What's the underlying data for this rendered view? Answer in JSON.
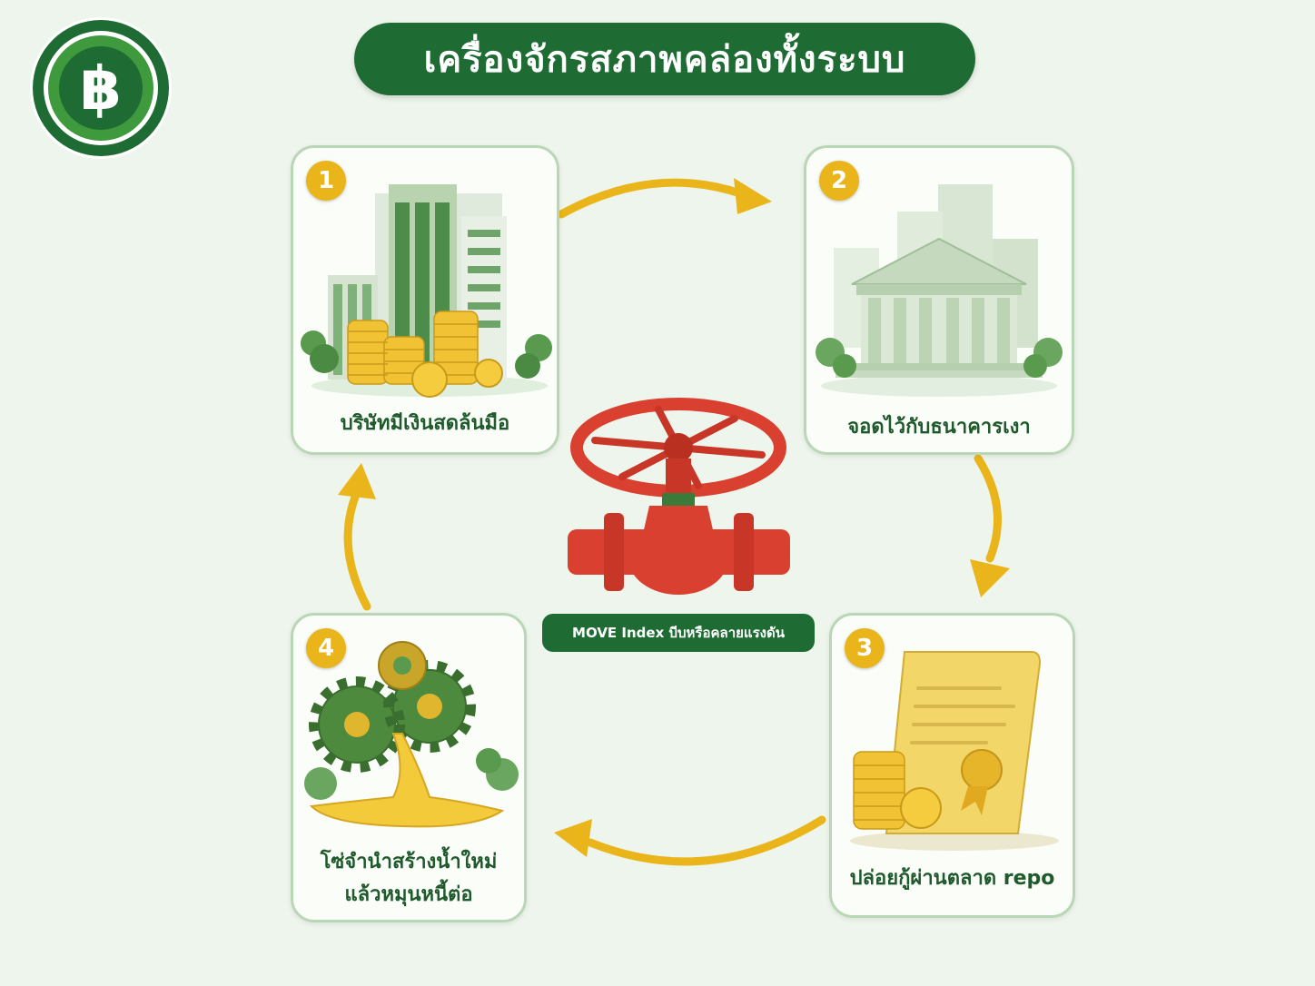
{
  "header": {
    "title": "เครื่องจักรสภาพคล่องทั้งระบบ"
  },
  "logo": {
    "symbol": "฿",
    "icon": "baht-logo-icon"
  },
  "center": {
    "icon": "valve-icon",
    "label": "MOVE Index บีบหรือคลายแรงดัน"
  },
  "steps": [
    {
      "number": "1",
      "label": "บริษัทมีเงินสดล้นมือ",
      "icon": "office-coins-icon"
    },
    {
      "number": "2",
      "label": "จอดไว้กับธนาคารเงา",
      "icon": "bank-building-icon"
    },
    {
      "number": "3",
      "label": "ปล่อยกู้ผ่านตลาด repo",
      "icon": "certificate-coins-icon"
    },
    {
      "number": "4",
      "label_line1": "โซ่จำนำสร้างน้ำใหม่",
      "label_line2": "แล้วหมุนหนี้ต่อ",
      "icon": "gears-liquid-icon"
    }
  ],
  "colors": {
    "dark_green": "#1e6b33",
    "gold": "#e9b51b",
    "valve_red": "#d9402f",
    "background": "#eef5ec"
  }
}
